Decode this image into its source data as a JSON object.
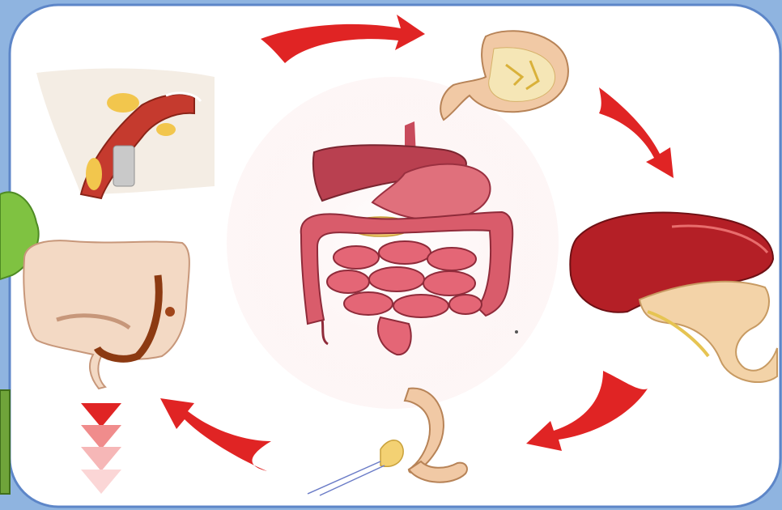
{
  "diagram": {
    "type": "digestive-cycle",
    "center": "digestive-system-illustration",
    "steps": [
      {
        "id": "mouth",
        "icon": "mouth-throat-illustration"
      },
      {
        "id": "stomach",
        "icon": "stomach-illustration"
      },
      {
        "id": "liver-pancreas",
        "icon": "liver-pancreas-illustration"
      },
      {
        "id": "small-intestine",
        "icon": "duodenum-illustration"
      },
      {
        "id": "large-intestine",
        "icon": "colon-illustration"
      }
    ],
    "colors": {
      "background": "#8fb4e0",
      "card": "#ffffff",
      "arrow": "#e02424",
      "organ": "#d24c5b",
      "tan": "#f1c9a5",
      "green_tab": "#7fc241"
    }
  }
}
